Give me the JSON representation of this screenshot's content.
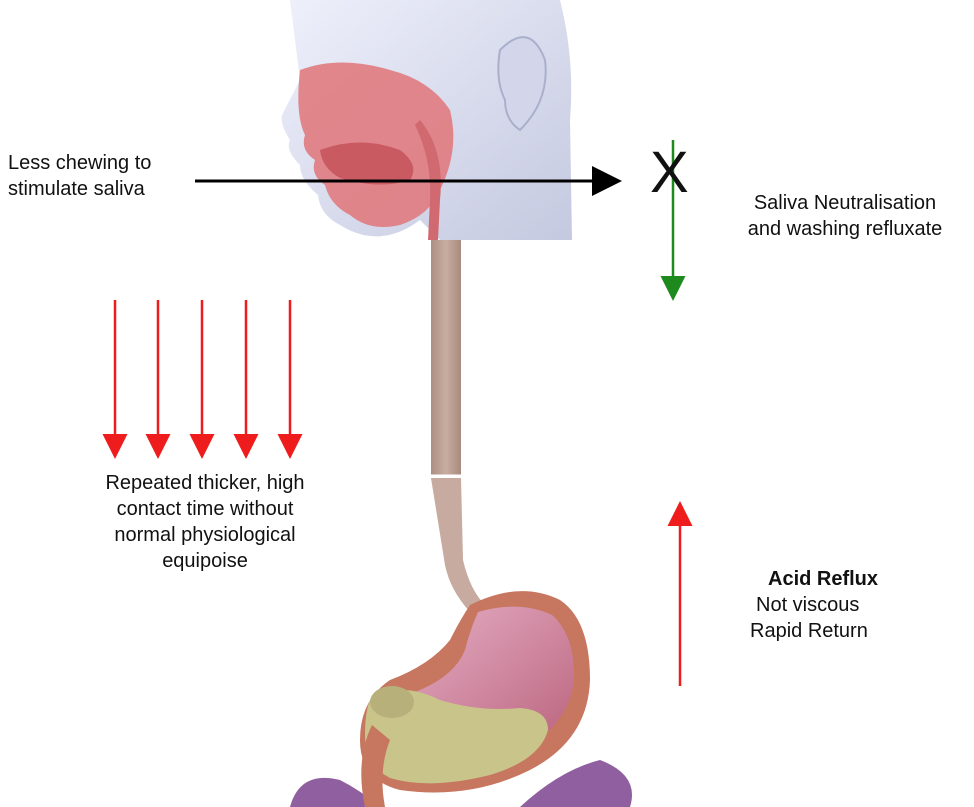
{
  "labels": {
    "chewing": [
      "Less chewing to",
      "stimulate saliva"
    ],
    "saliva": [
      "Saliva Neutralisation",
      "and washing refluxate"
    ],
    "thick": [
      "Repeated thicker, high",
      "contact time without",
      "normal physiological",
      "equipoise"
    ],
    "reflux_title": "Acid Reflux",
    "reflux_lines": [
      "Not viscous",
      "Rapid Return"
    ]
  },
  "x_mark": "X",
  "colors": {
    "red_arrow": "#ee1c1c",
    "green_arrow": "#1e8a1e",
    "black_arrow": "#000000",
    "esophagus": "#c2a598",
    "skin": "#dcdff0",
    "nasal_tissue": "#e07b80",
    "stomach_outer": "#c7765f",
    "stomach_inner": "#d996b7",
    "gastric_content": "#c8c48a",
    "intestine": "#8f5fa0"
  },
  "icons": {
    "head": "head-cross-section-illustration",
    "stomach": "stomach-illustration"
  }
}
